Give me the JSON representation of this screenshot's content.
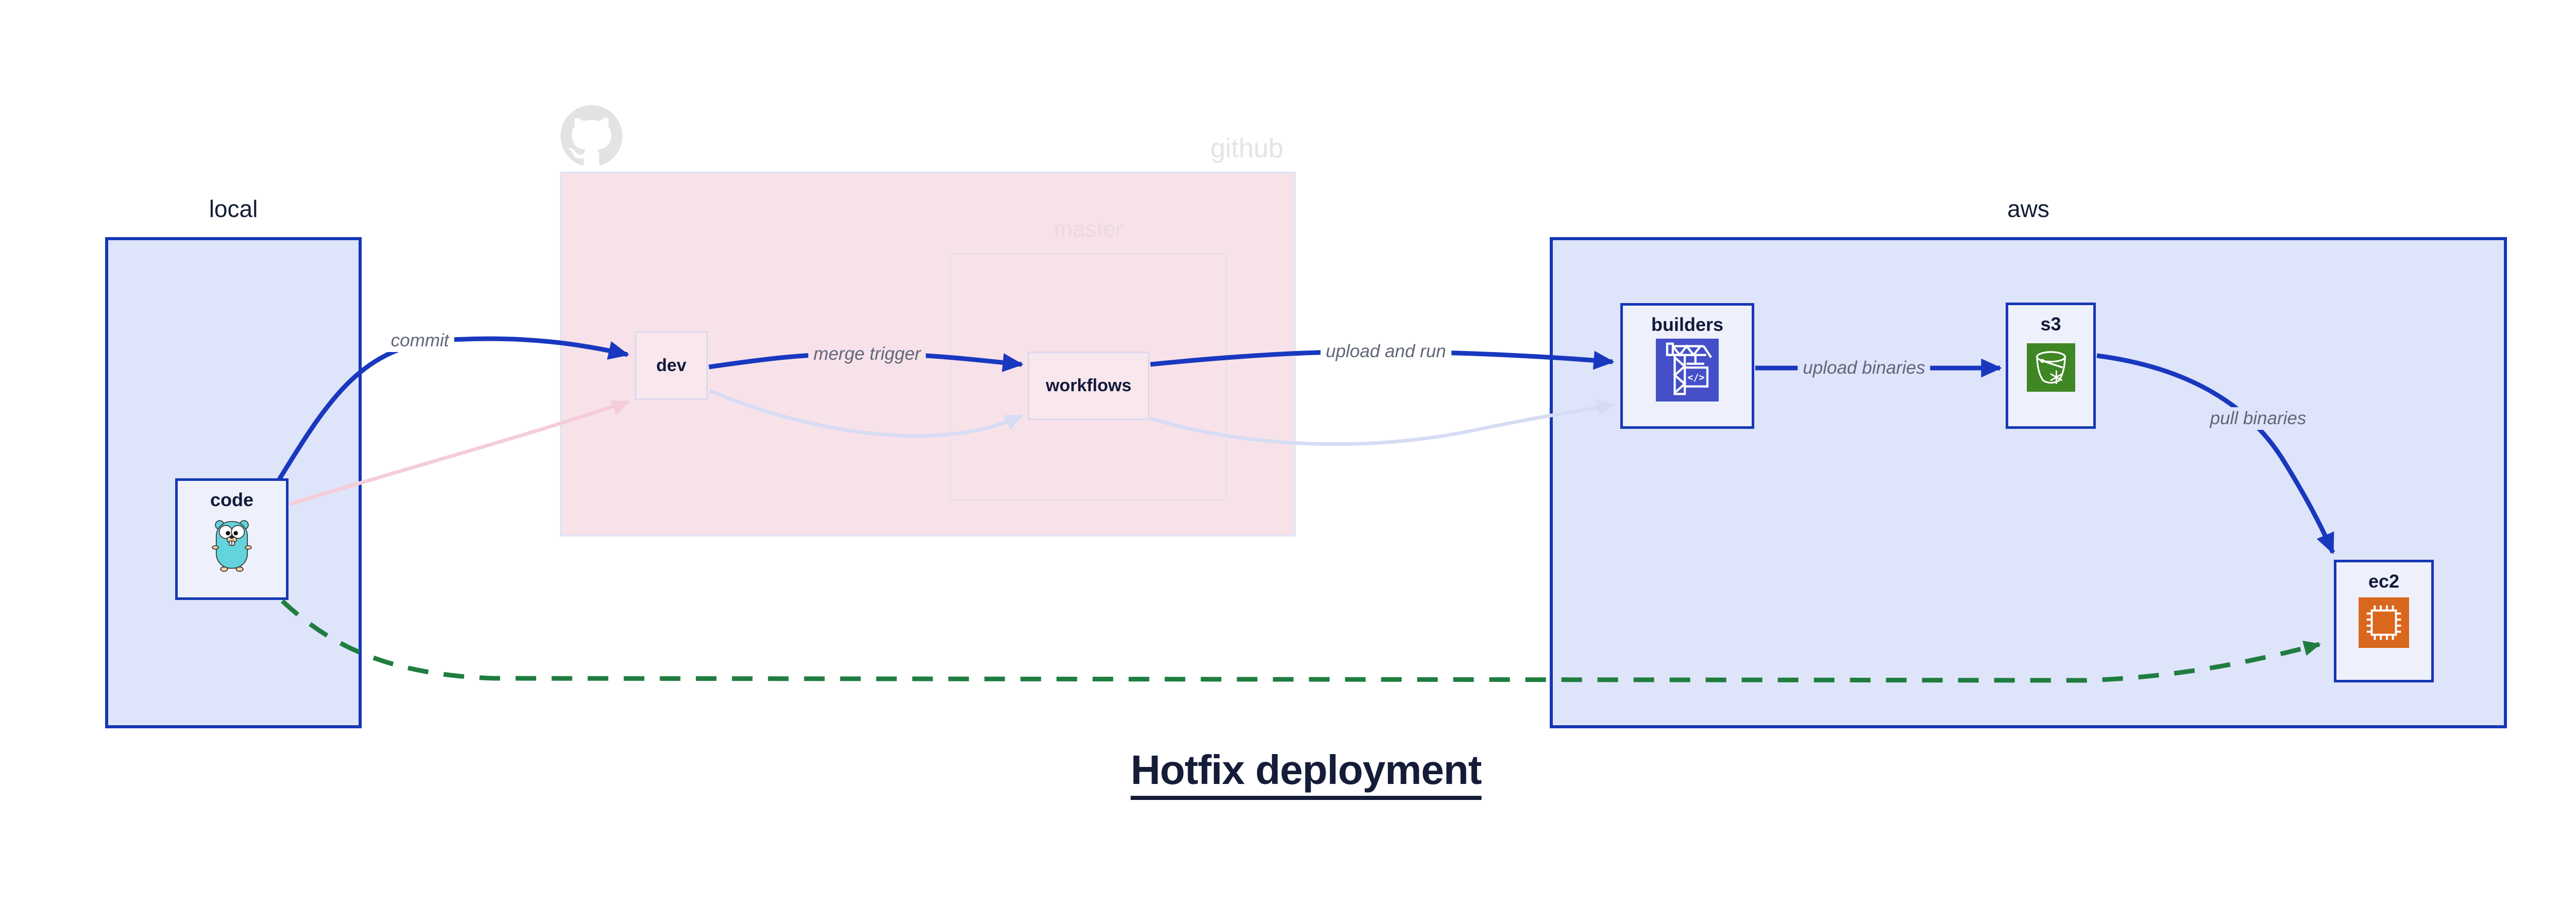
{
  "diagram_title": "Hotfix deployment",
  "groups": {
    "local": {
      "label": "local"
    },
    "github": {
      "label": "github",
      "branch_label": "master",
      "icon": "github-octocat-icon"
    },
    "aws": {
      "label": "aws"
    }
  },
  "nodes": {
    "code": {
      "label": "code",
      "icon": "go-gopher-icon"
    },
    "dev": {
      "label": "dev"
    },
    "workflows": {
      "label": "workflows"
    },
    "builders": {
      "label": "builders",
      "icon": "aws-codebuild-crane-icon"
    },
    "s3": {
      "label": "s3",
      "icon": "aws-s3-glacier-bucket-icon"
    },
    "ec2": {
      "label": "ec2",
      "icon": "aws-ec2-chip-icon"
    }
  },
  "edges": [
    {
      "from": "code",
      "to": "dev",
      "label": "commit",
      "style": "solid-blue"
    },
    {
      "from": "dev",
      "to": "workflows",
      "label": "merge trigger",
      "style": "solid-blue"
    },
    {
      "from": "workflows",
      "to": "builders",
      "label": "upload and run",
      "style": "solid-blue"
    },
    {
      "from": "builders",
      "to": "s3",
      "label": "upload binaries",
      "style": "solid-blue"
    },
    {
      "from": "s3",
      "to": "ec2",
      "label": "pull binaries",
      "style": "solid-blue"
    },
    {
      "from": "code",
      "to": "dev",
      "label": "",
      "style": "faded-pink"
    },
    {
      "from": "dev",
      "to": "workflows",
      "label": "",
      "style": "faded-lavender"
    },
    {
      "from": "workflows",
      "to": "builders",
      "label": "",
      "style": "faded-lavender"
    },
    {
      "from": "code",
      "to": "ec2",
      "label": "",
      "style": "dashed-green"
    }
  ],
  "icons": {
    "codebuild_glyph": "</>"
  },
  "colors": {
    "flow_blue": "#1838bf",
    "faded_pink_edge": "#f4cdd9",
    "faded_lavender_edge": "#d6dcf3",
    "hotfix_green": "#1f7d40",
    "local_aws_fill": "#dee4f9",
    "github_fill": "#f8e2e9",
    "node_border_blue": "#1637b4",
    "codebuild_tile": "#444fc8",
    "s3_tile": "#3f8624",
    "ec2_tile": "#d9671d",
    "title_color": "#141c38",
    "edge_label_gray": "#61677a"
  }
}
